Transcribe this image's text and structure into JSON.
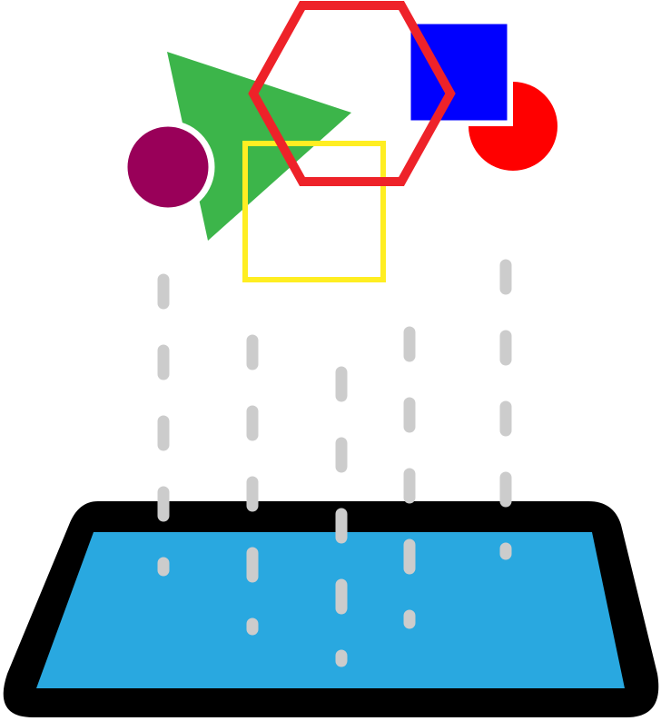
{
  "colors": {
    "background": "#ffffff",
    "triangle": "#3cb54a",
    "circle_left": "#990059",
    "hexagon_stroke": "#ee2229",
    "square_blue": "#0000ff",
    "pie_red": "#ff0000",
    "square_yellow_stroke": "#ffee22",
    "dashes": "#cccccc",
    "surface_fill": "#29a8e0",
    "surface_border": "#000000"
  },
  "shapes": [
    {
      "name": "triangle",
      "kind": "filled triangle",
      "color": "green"
    },
    {
      "name": "circle",
      "kind": "filled circle",
      "color": "purple"
    },
    {
      "name": "hexagon",
      "kind": "outline hexagon",
      "color": "red"
    },
    {
      "name": "square-blue",
      "kind": "filled square",
      "color": "blue"
    },
    {
      "name": "pie",
      "kind": "three-quarter circle",
      "color": "red"
    },
    {
      "name": "square-yellow",
      "kind": "outline square",
      "color": "yellow"
    }
  ],
  "drops": [
    {
      "name": "drop-line-1"
    },
    {
      "name": "drop-line-2"
    },
    {
      "name": "drop-line-3"
    },
    {
      "name": "drop-line-4"
    },
    {
      "name": "drop-line-5"
    }
  ],
  "surface": {
    "kind": "trapezoid platform"
  }
}
